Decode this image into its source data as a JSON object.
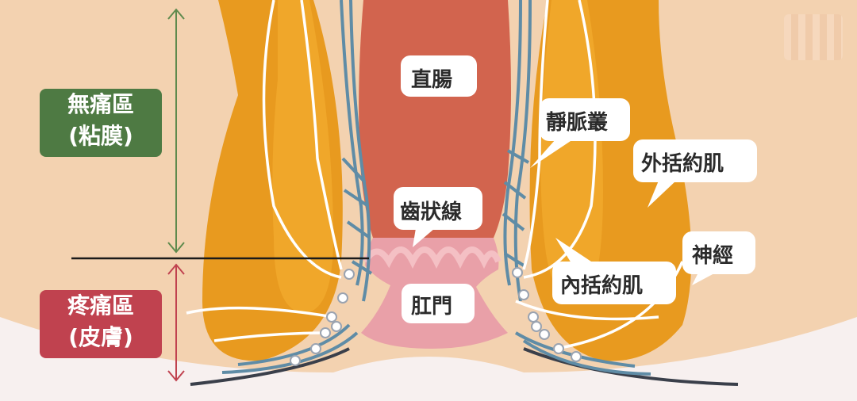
{
  "zones": {
    "painless": {
      "line1": "無痛區",
      "line2": "(粘膜)",
      "color": "#4e7a43"
    },
    "painful": {
      "line1": "疼痛區",
      "line2": "(皮膚)",
      "color": "#c0424f"
    }
  },
  "labels": {
    "rectum": "直腸",
    "dentate_line": "齒狀線",
    "anus": "肛門",
    "venous_plexus": "靜脈叢",
    "external_sphincter": "外括約肌",
    "internal_sphincter": "內括約肌",
    "nerve": "神經"
  },
  "colors": {
    "background": "#f3d2b0",
    "muscle": "#e89a1f",
    "rectum": "#d2644e",
    "anus": "#e9a0a8",
    "veins": "#5f8ca6",
    "nerves": "#ffffff",
    "skin": "#f7f0ef"
  },
  "icons": [
    "double-arrow-icon",
    "blurred-watermark"
  ]
}
